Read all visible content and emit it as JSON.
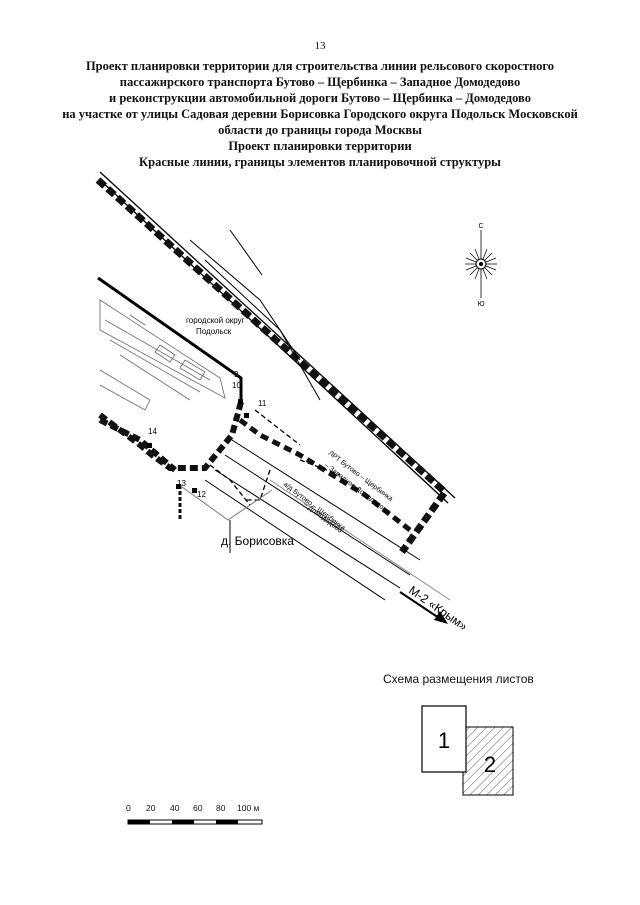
{
  "page_number": "13",
  "title_lines": [
    "Проект планировки территории для строительства линии рельсового скоростного",
    "пассажирского транспорта Бутово – Щербинка – Западное Домодедово",
    "и реконструкции автомобильной дороги Бутово – Щербинка – Домодедово",
    "на участке от улицы Садовая деревни Борисовка Городского округа Подольск Московской",
    "области до границы города Москвы",
    "Проект планировки территории",
    "Красные линии, границы элементов планировочной структуры"
  ],
  "map": {
    "district_label_line1": "городской округ",
    "district_label_line2": "Подольск",
    "village_label": "д. Борисовка",
    "highway_label": "М-2 «Крым»",
    "rail_label_line1": "ЛРТ Бутово – Щербинка",
    "rail_label_line2": "– Западное Домодедово",
    "road_label_line1": "а/д Бутово – Щербинка",
    "road_label_line2": "– Домодедово",
    "point_labels": [
      "9",
      "10",
      "11",
      "14",
      "13",
      "12"
    ],
    "compass_north": "С",
    "compass_south": "Ю"
  },
  "sheet_scheme": {
    "title": "Схема размещения листов",
    "sheet_1": "1",
    "sheet_2": "2"
  },
  "scale_bar": {
    "ticks": [
      "0",
      "20",
      "40",
      "60",
      "80",
      "100 м"
    ]
  }
}
